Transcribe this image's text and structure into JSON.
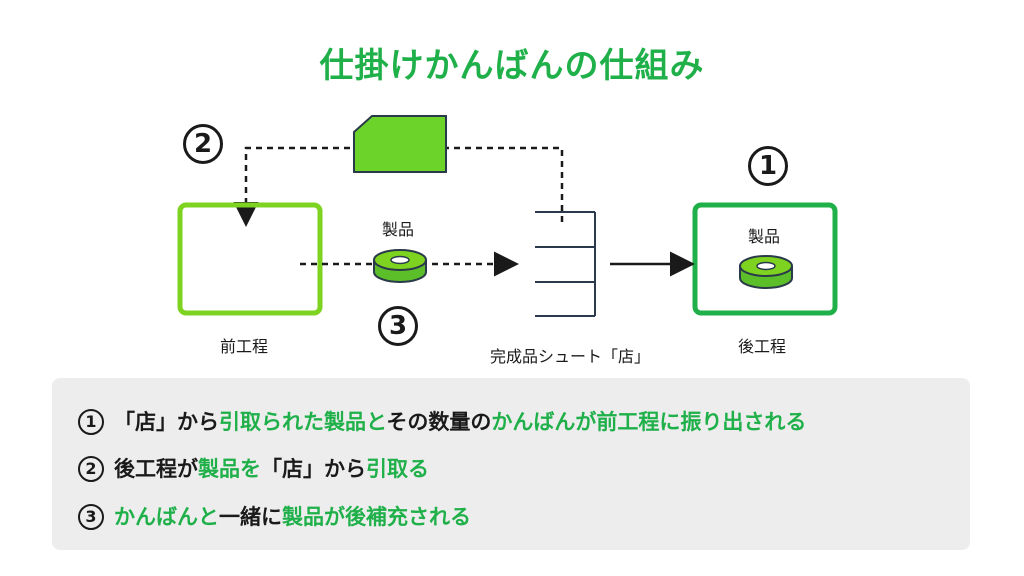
{
  "title": "仕掛けかんばんの仕組み",
  "colors": {
    "green": "#1fb04a",
    "lime": "#7ed321",
    "dark": "#1a1a1a"
  },
  "nodes": {
    "prev_process": "前工程",
    "next_process": "後工程",
    "chute": "完成品シュート「店」",
    "product_mid": "製品",
    "product_right": "製品"
  },
  "markers": {
    "m1": "1",
    "m2": "2",
    "m3": "3"
  },
  "steps": [
    {
      "num": "1",
      "parts": [
        {
          "text": "「店」から",
          "green": false
        },
        {
          "text": "引取られた製品と",
          "green": true
        },
        {
          "text": "その数量の",
          "green": false
        },
        {
          "text": "かんばんが前工程に振り出される",
          "green": true
        }
      ]
    },
    {
      "num": "2",
      "parts": [
        {
          "text": "後工程が",
          "green": false
        },
        {
          "text": "製品を",
          "green": true
        },
        {
          "text": "「店」から",
          "green": false
        },
        {
          "text": "引取る",
          "green": true
        }
      ]
    },
    {
      "num": "3",
      "parts": [
        {
          "text": "かんばんと",
          "green": true
        },
        {
          "text": "一緒に",
          "green": false
        },
        {
          "text": "製品が後補充される",
          "green": true
        }
      ]
    }
  ]
}
